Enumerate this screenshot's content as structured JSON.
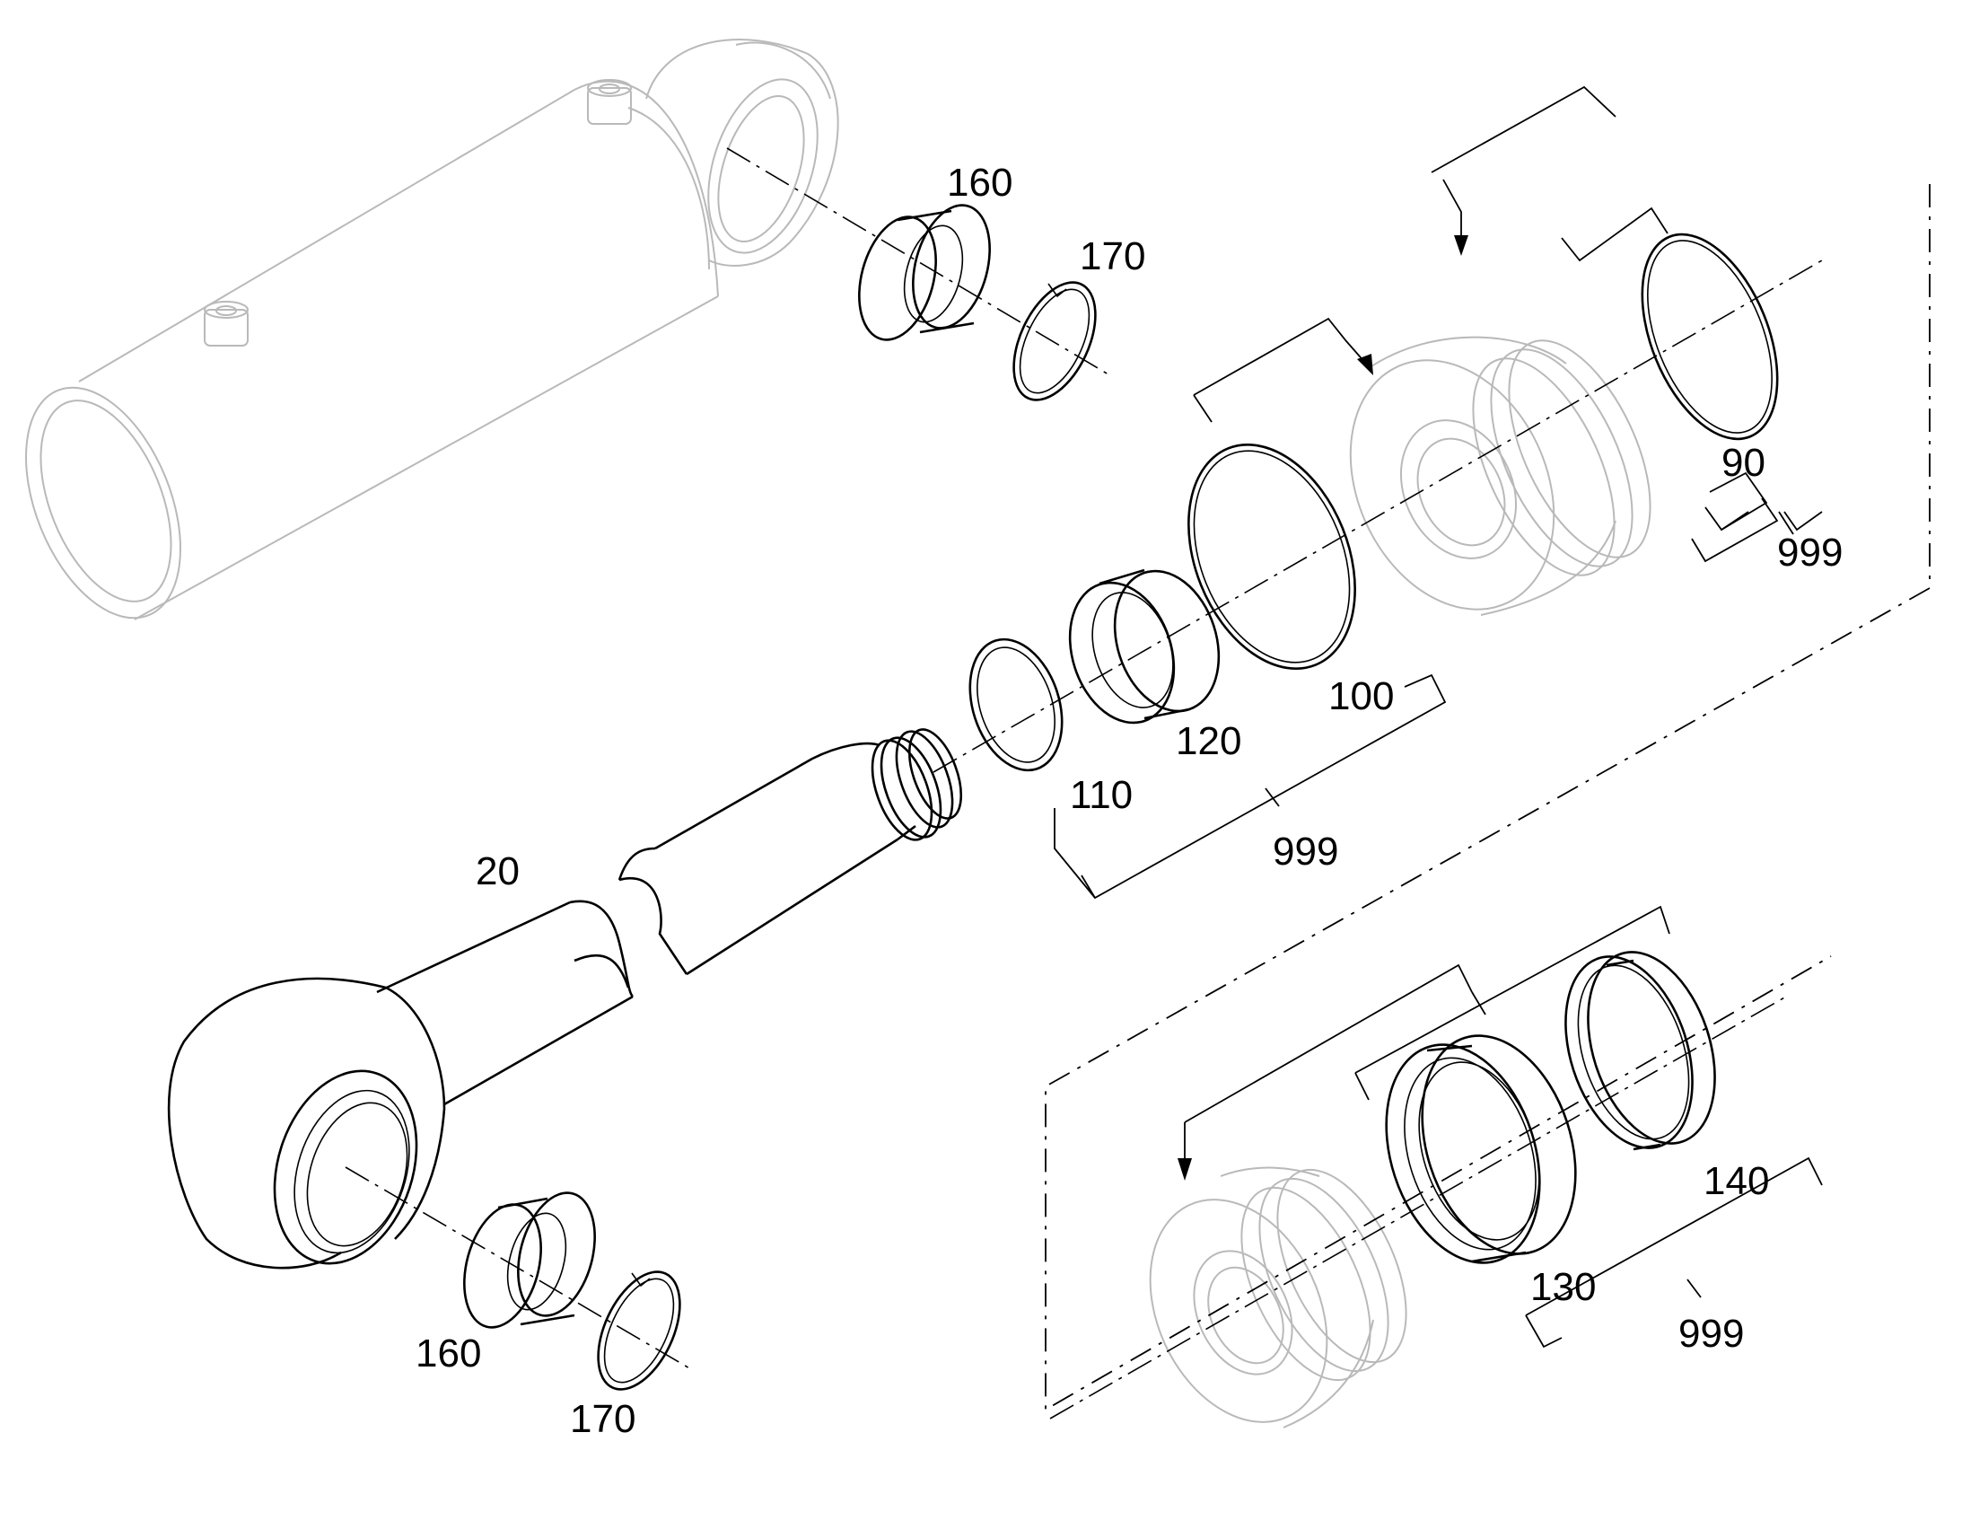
{
  "labels": {
    "eye_bushing_top": "160",
    "eye_circlip_top": "170",
    "guide_seal": "90",
    "kit_top_right": "999",
    "head_oring": "100",
    "rod_wiper": "110",
    "rod_seal": "120",
    "kit_middle": "999",
    "piston_rod": "20",
    "eye_bushing_bottom": "160",
    "eye_circlip_bottom": "170",
    "piston_seal": "130",
    "piston_ring": "140",
    "kit_bottom_right": "999"
  }
}
